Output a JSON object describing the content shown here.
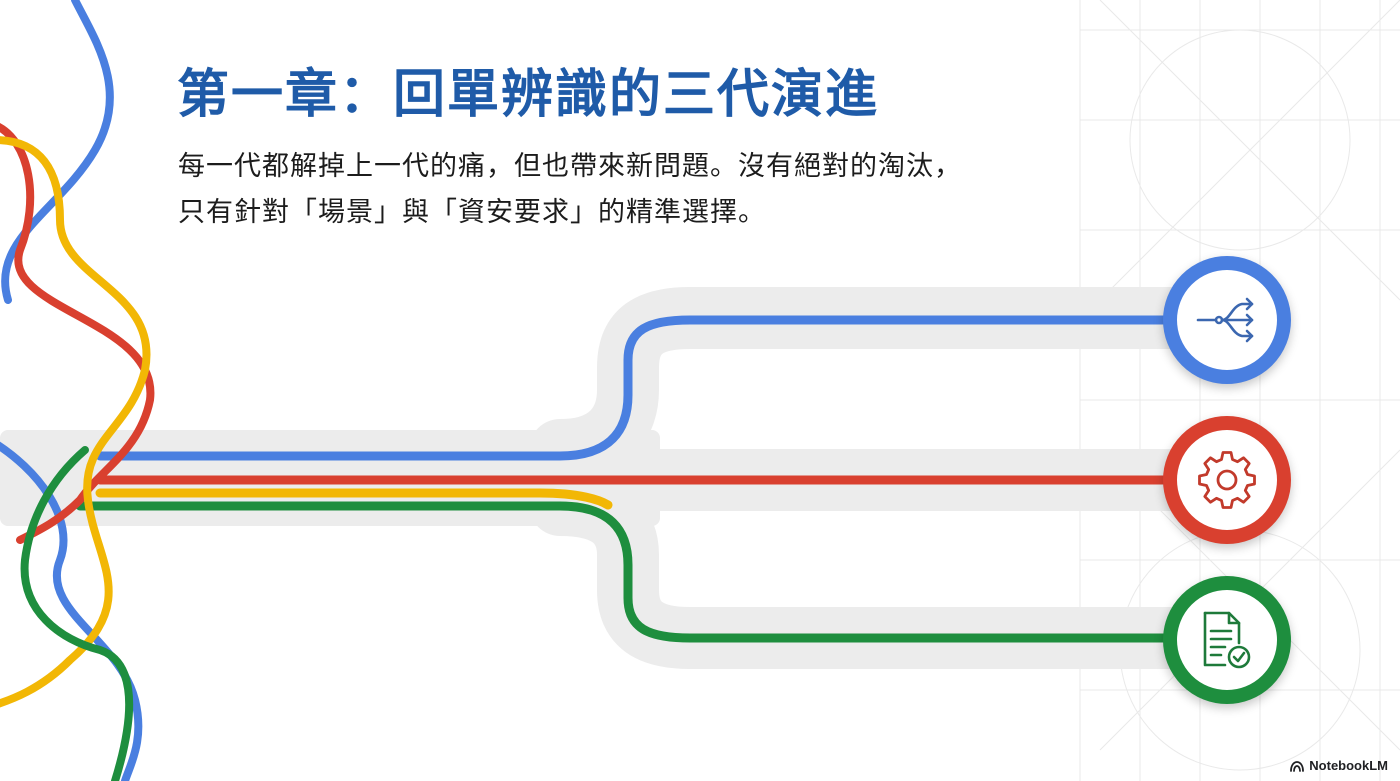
{
  "slide": {
    "title": "第一章：回單辨識的三代演進",
    "subtitle_lines": [
      "每一代都解掉上一代的痛，但也帶來新問題。沒有絕對的淘汰，",
      "只有針對「場景」與「資安要求」的精準選擇。"
    ]
  },
  "branding": {
    "name": "NotebookLM",
    "icon": "notebooklm-logo-icon"
  },
  "nodes": [
    {
      "icon": "branching-arrows-icon",
      "color": "#4a7fe0"
    },
    {
      "icon": "gear-icon",
      "color": "#d9402f"
    },
    {
      "icon": "document-check-icon",
      "color": "#1e8e3e"
    }
  ],
  "colors": {
    "title": "#1f5ba8",
    "blue": "#4a7fe0",
    "red": "#d9402f",
    "yellow": "#f2b705",
    "green": "#1e8e3e",
    "track": "#ececec"
  }
}
